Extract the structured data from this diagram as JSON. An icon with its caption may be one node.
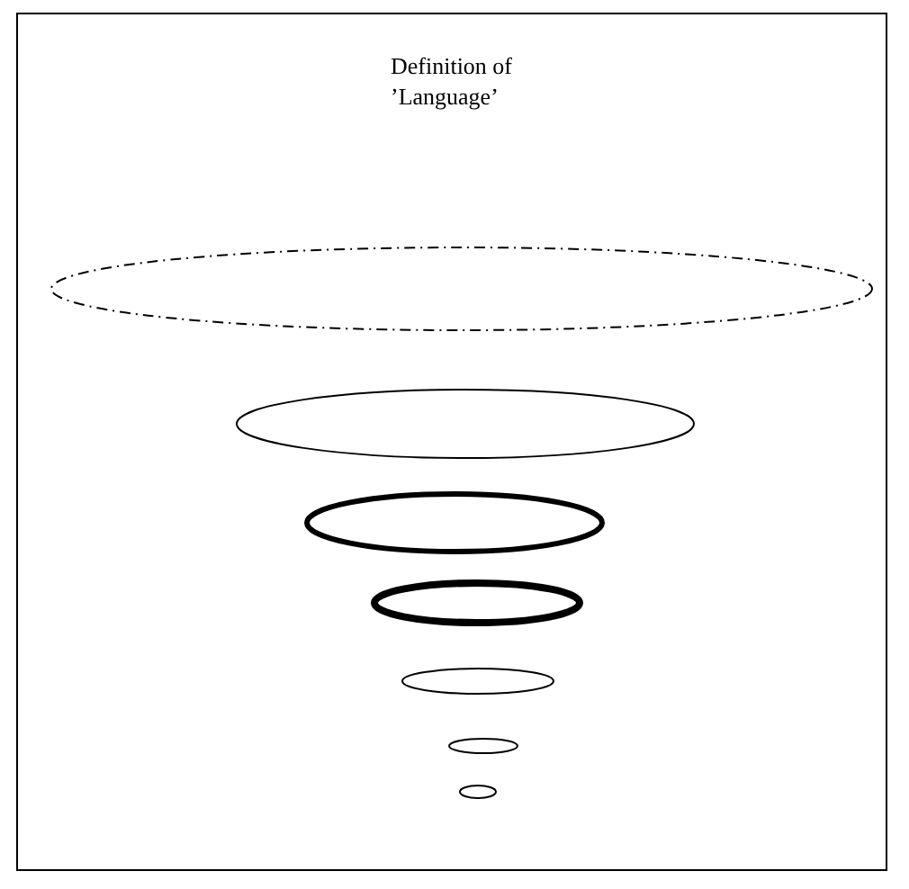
{
  "diagram": {
    "title": "Definition of ’Language’",
    "nodes": [
      {
        "text": [],
        "shape": "ellipse"
      },
      {
        "text": [],
        "shape": "ellipse"
      },
      {
        "text": [],
        "shape": "ellipse"
      },
      {
        "text": [],
        "shape": "ellipse"
      },
      {
        "text": [],
        "shape": "ellipse"
      },
      {
        "text": [],
        "shape": "ellipse"
      },
      {
        "text": [],
        "shape": "ellipse"
      }
    ]
  }
}
